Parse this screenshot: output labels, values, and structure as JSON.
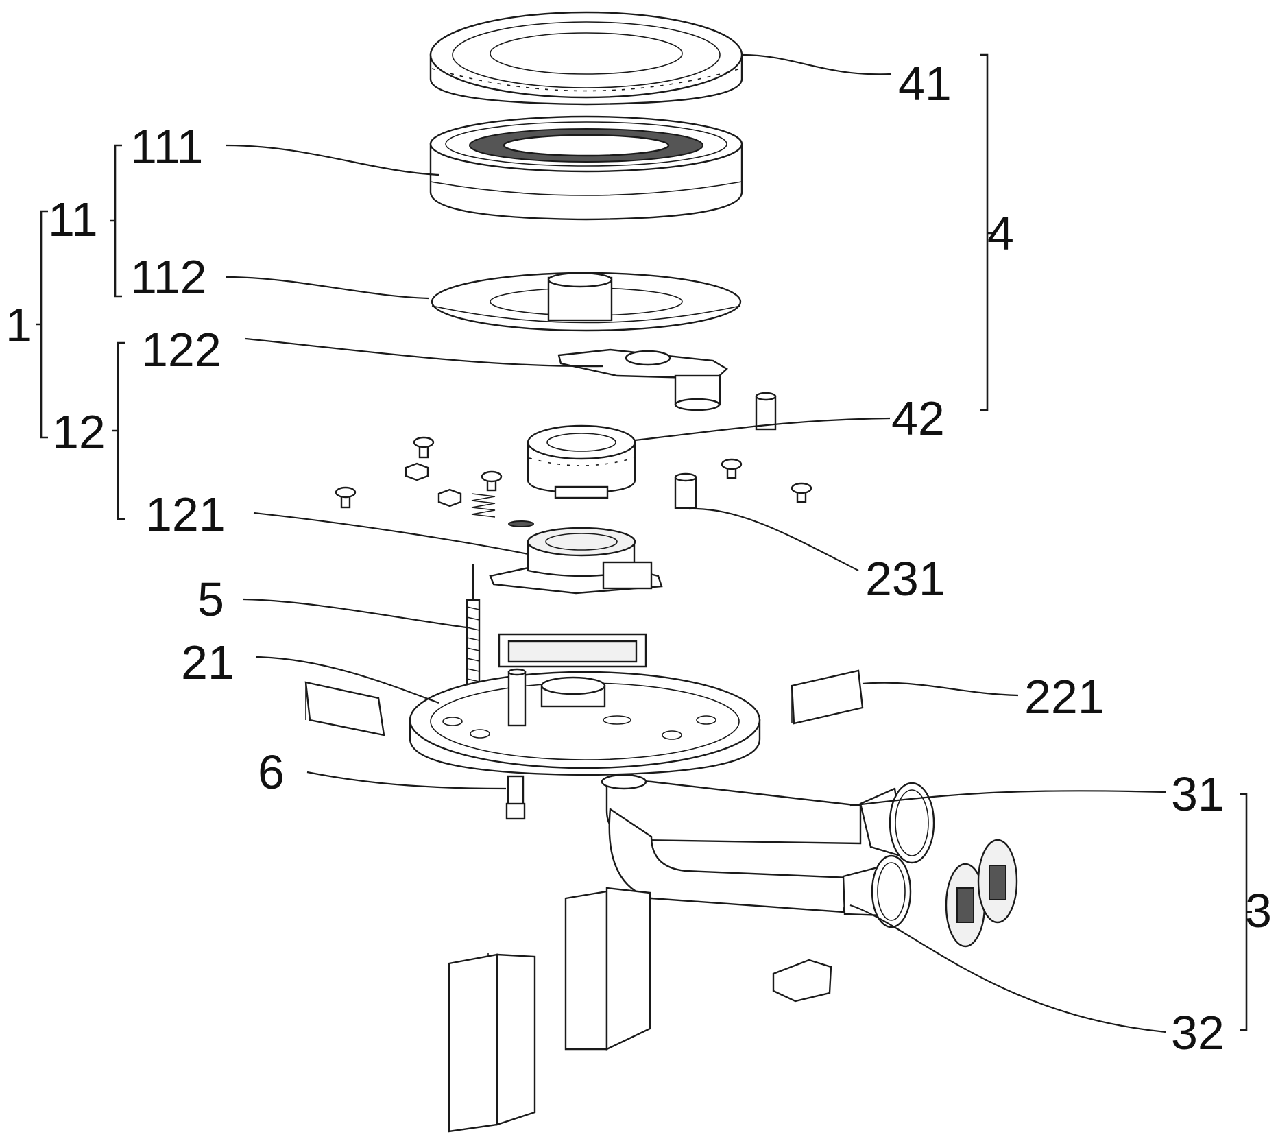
{
  "figure": {
    "labels": {
      "l41": "41",
      "l111": "111",
      "l11": "11",
      "l112": "112",
      "l1": "1",
      "l4": "4",
      "l122": "122",
      "l12": "12",
      "l42": "42",
      "l121": "121",
      "l231": "231",
      "l5": "5",
      "l21": "21",
      "l221": "221",
      "l6": "6",
      "l31": "31",
      "l3": "3",
      "l32": "32"
    }
  }
}
